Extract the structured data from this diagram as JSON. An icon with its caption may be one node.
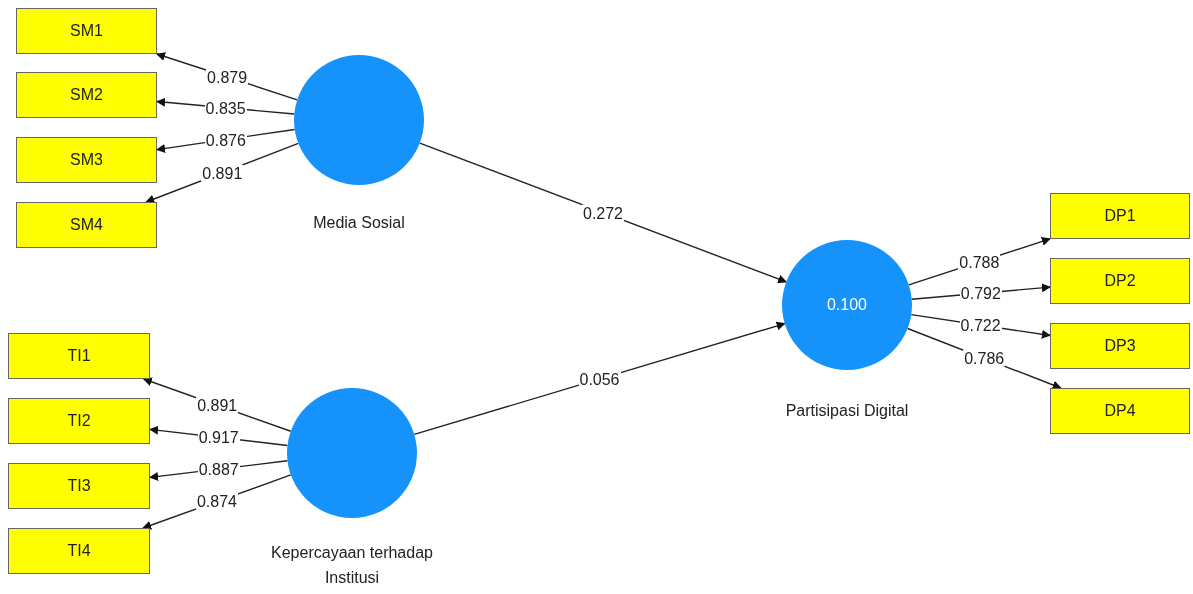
{
  "diagram": {
    "nodes": [
      {
        "text": [
          "SM1"
        ]
      },
      {
        "text": [
          "SM2"
        ]
      },
      {
        "text": [
          "SM3"
        ]
      },
      {
        "text": [
          "SM4"
        ]
      },
      {
        "text": [
          "Media Sosial"
        ]
      },
      {
        "text": [
          "0.100",
          "Partisipasi Digital"
        ]
      },
      {
        "text": [
          "DP1"
        ]
      },
      {
        "text": [
          "DP2"
        ]
      },
      {
        "text": [
          "DP3"
        ]
      },
      {
        "text": [
          "DP4"
        ]
      },
      {
        "text": [
          "TI1"
        ]
      },
      {
        "text": [
          "TI2"
        ]
      },
      {
        "text": [
          "TI3"
        ]
      },
      {
        "text": [
          "TI4"
        ]
      },
      {
        "text": [
          "Kepercayaan terhadap Institusi"
        ]
      }
    ],
    "edges": [
      {
        "from": 4,
        "to": 0,
        "arrow": "to",
        "label": "0.879"
      },
      {
        "from": 4,
        "to": 1,
        "arrow": "to",
        "label": "0.835"
      },
      {
        "from": 4,
        "to": 2,
        "arrow": "to",
        "label": "0.876"
      },
      {
        "from": 4,
        "to": 3,
        "arrow": "to",
        "label": "0.891"
      },
      {
        "from": 4,
        "to": 5,
        "arrow": "to",
        "label": "0.272"
      },
      {
        "from": 14,
        "to": 5,
        "arrow": "to",
        "label": "0.056"
      },
      {
        "from": 5,
        "to": 6,
        "arrow": "to",
        "label": "0.788"
      },
      {
        "from": 5,
        "to": 7,
        "arrow": "to",
        "label": "0.792"
      },
      {
        "from": 5,
        "to": 8,
        "arrow": "to",
        "label": "0.722"
      },
      {
        "from": 5,
        "to": 9,
        "arrow": "to",
        "label": "0.786"
      },
      {
        "from": 14,
        "to": 10,
        "arrow": "to",
        "label": "0.891"
      },
      {
        "from": 14,
        "to": 11,
        "arrow": "to",
        "label": "0.917"
      },
      {
        "from": 14,
        "to": 12,
        "arrow": "to",
        "label": "0.887"
      },
      {
        "from": 14,
        "to": 13,
        "arrow": "to",
        "label": "0.874"
      }
    ]
  }
}
